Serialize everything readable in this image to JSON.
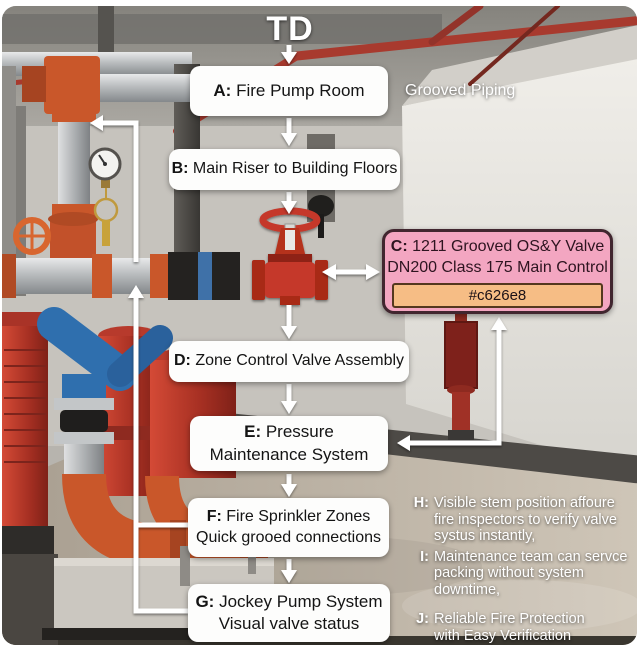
{
  "title": "TD",
  "photo": {
    "caption": "Grooved Piping"
  },
  "colors": {
    "node_c_fill": "#f3a6c1",
    "node_c_border": "#41262f",
    "swatch_fill": "#f6bd85",
    "swatch_border": "#54381e",
    "arrow": "#ffffff"
  },
  "nodes": {
    "a": {
      "prefix": "A:",
      "label": "Fire Pump Room"
    },
    "b": {
      "prefix": "B:",
      "label": "Main Riser to Building Floors"
    },
    "c": {
      "prefix": "C:",
      "line1": "1211 Grooved OS&Y Valve",
      "line2": "DN200 Class 175 Main Control",
      "swatch_label": "#c626e8"
    },
    "d": {
      "prefix": "D:",
      "label": "Zone Control Valve Assembly"
    },
    "e": {
      "prefix": "E:",
      "line1": "Pressure",
      "line2": "Maintenance System"
    },
    "f": {
      "prefix": "F:",
      "line1": "Fire Sprinkler Zones",
      "line2": "Quick grooed connections"
    },
    "g": {
      "prefix": "G:",
      "line1": "Jockey Pump System",
      "line2": "Visual valve status"
    }
  },
  "notes": {
    "h": {
      "prefix": "H:",
      "line1": "Visible stem position affoure",
      "line2": "fire inspectors to verify valve",
      "line3": "systus instantly,"
    },
    "i": {
      "prefix": "I:",
      "line1": "Maintenance team can servce",
      "line2": "packing without system downtime,"
    },
    "j": {
      "prefix": "J:",
      "line1": "Reliable Fire Protection",
      "line2": "with Easy Verification"
    }
  }
}
